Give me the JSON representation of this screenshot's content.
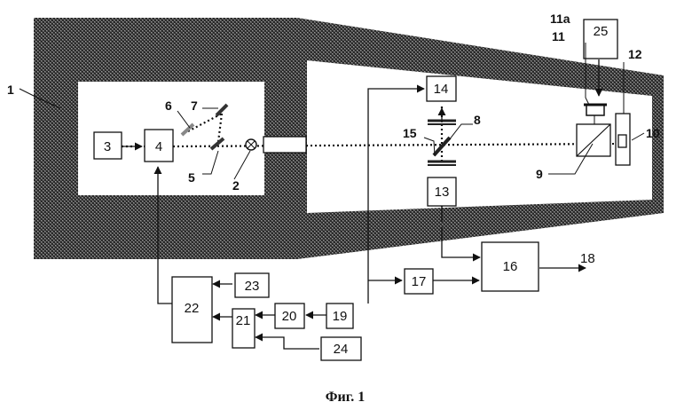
{
  "figure": {
    "caption": "Фиг. 1",
    "colors": {
      "housing_texture": "#4a4a4a",
      "background": "#ffffff",
      "ink": "#111111"
    },
    "blocks": {
      "b2": "2",
      "b3": "3",
      "b4": "4",
      "b13": "13",
      "b14": "14",
      "b16": "16",
      "b17": "17",
      "b19": "19",
      "b20": "20",
      "b21": "21",
      "b22": "22",
      "b23": "23",
      "b24": "24",
      "b25": "25"
    },
    "labels": {
      "l1": "1",
      "l5": "5",
      "l6": "6",
      "l7": "7",
      "l8": "8",
      "l9": "9",
      "l10": "10",
      "l11": "11",
      "l11a": "11a",
      "l12": "12",
      "l15": "15",
      "l18": "18"
    }
  }
}
